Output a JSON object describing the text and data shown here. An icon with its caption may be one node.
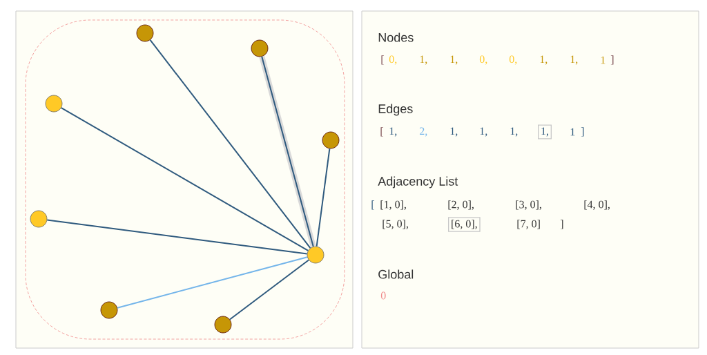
{
  "diagram": {
    "nodes": [
      {
        "text": [],
        "shape": "circle"
      },
      {
        "text": [],
        "shape": "circle"
      },
      {
        "text": [],
        "shape": "circle"
      },
      {
        "text": [],
        "shape": "circle"
      },
      {
        "text": [],
        "shape": "circle"
      },
      {
        "text": [],
        "shape": "circle"
      },
      {
        "text": [],
        "shape": "circle"
      },
      {
        "text": [],
        "shape": "circle"
      }
    ],
    "edges": [
      {
        "from": 1,
        "to": 0,
        "arrow": "none"
      },
      {
        "from": 2,
        "to": 0,
        "arrow": "none",
        "color": "#74b5ea"
      },
      {
        "from": 3,
        "to": 0,
        "arrow": "none"
      },
      {
        "from": 4,
        "to": 0,
        "arrow": "none"
      },
      {
        "from": 5,
        "to": 0,
        "arrow": "none"
      },
      {
        "from": 6,
        "to": 0,
        "arrow": "none",
        "style": "thick",
        "color": "#d9d9d9"
      },
      {
        "from": 7,
        "to": 0,
        "arrow": "none"
      }
    ],
    "labels": [
      "Nodes",
      "[",
      "0,",
      "1,",
      "1,",
      "0,",
      "0,",
      "1,",
      "1,",
      "1",
      "]",
      "Edges",
      "[",
      "1,",
      "2,",
      "1,",
      "1,",
      "1,",
      "1,",
      "1",
      "]",
      "Adjacency List",
      "[",
      "[1, 0],",
      "[2, 0],",
      "[3, 0],",
      "[4, 0],",
      "[5, 0],",
      "[6, 0],",
      "[7, 0]",
      "]",
      "Global",
      "0"
    ]
  }
}
